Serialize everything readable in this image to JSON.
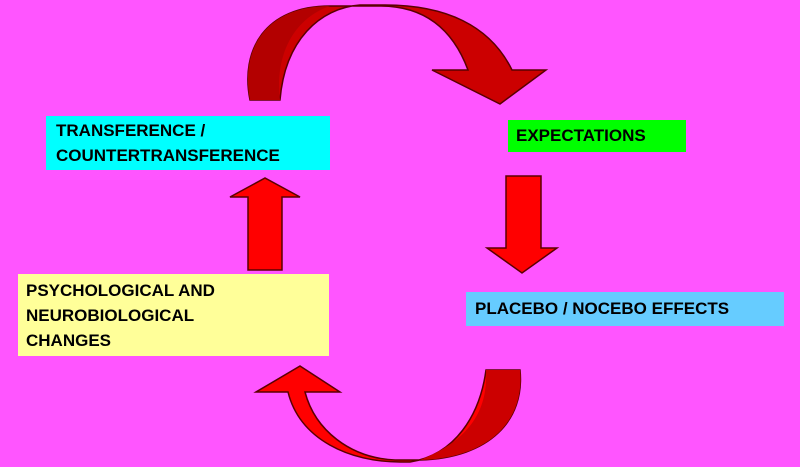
{
  "diagram": {
    "nodes": {
      "transference": {
        "lines": [
          "TRANSFERENCE /",
          "COUNTERTRANSFERENCE"
        ],
        "color": "#00ffff"
      },
      "expectations": {
        "lines": [
          "EXPECTATIONS"
        ],
        "color": "#00ff00"
      },
      "placebo": {
        "lines": [
          "PLACEBO / NOCEBO EFFECTS"
        ],
        "color": "#66ccff"
      },
      "psychological": {
        "lines": [
          "PSYCHOLOGICAL AND",
          "NEUROBIOLOGICAL",
          "CHANGES"
        ],
        "color": "#ffff99"
      }
    },
    "colors": {
      "background": "#ff55ff",
      "arrow_bright": "#ff0000",
      "arrow_dark": "#c80000",
      "arrow_outline": "#5a0000"
    }
  }
}
